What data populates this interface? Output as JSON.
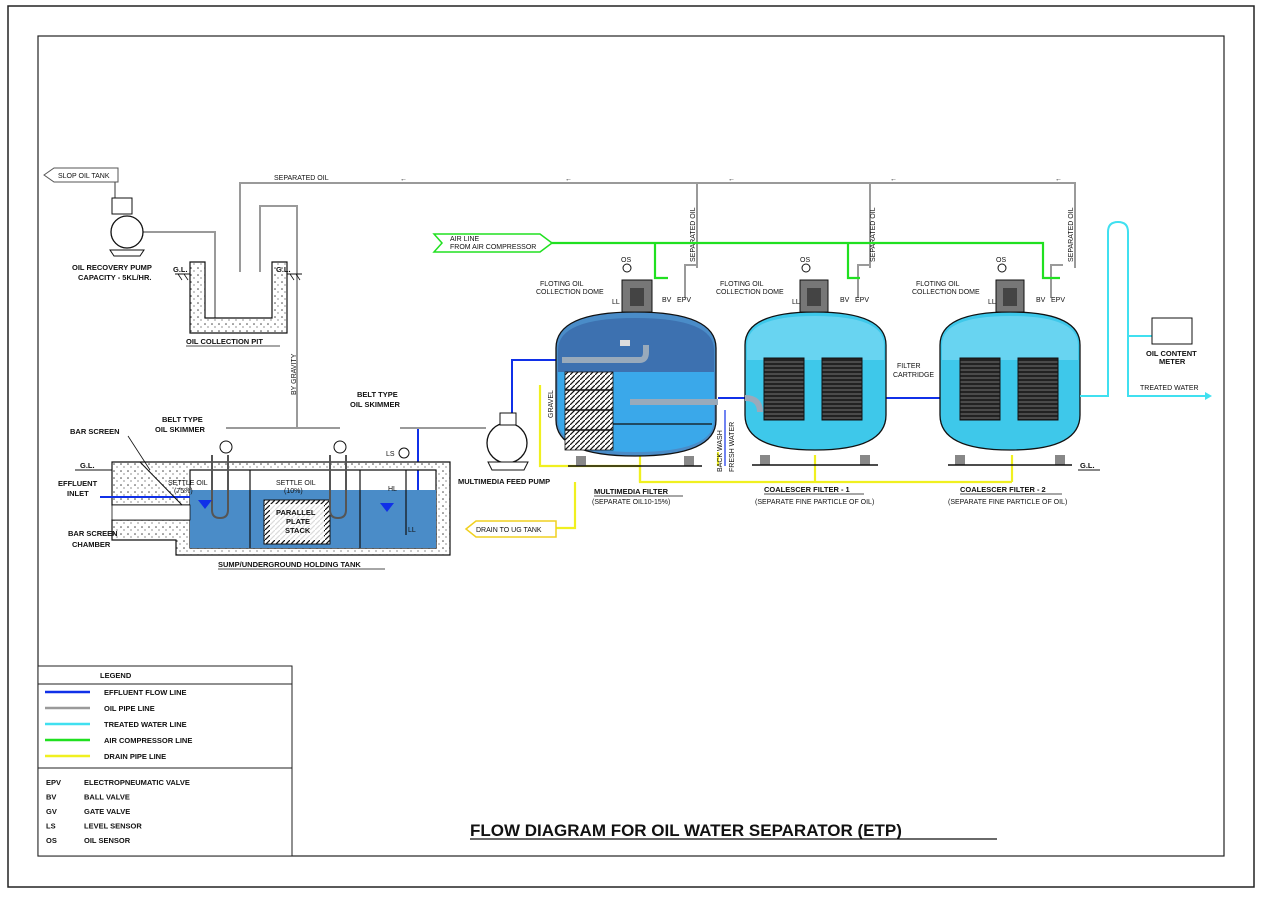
{
  "title": "FLOW DIAGRAM FOR OIL WATER SEPARATOR (ETP)",
  "labels": {
    "slop_oil_tank": "SLOP OIL TANK",
    "separated_oil_top": "SEPARATED OIL",
    "separated_oil_v": "SEPARATED OIL",
    "oil_recovery_pump_1": "OIL RECOVERY PUMP",
    "oil_recovery_pump_2": "CAPACITY - 5KL/HR.",
    "gl": "G.L.",
    "oil_collection_pit": "OIL COLLECTION PIT",
    "by_gravity": "BY GRAVITY",
    "air_line_1": "AIR LINE",
    "air_line_2": "FROM AIR COMPRESSOR",
    "os": "OS",
    "floting_oil_1": "FLOTING OIL",
    "floting_oil_2": "COLLECTION DOME",
    "ll": "LL",
    "bv": "BV",
    "epv": "EPV",
    "oil_content_meter_1": "OIL CONTENT",
    "oil_content_meter_2": "METER",
    "treated_water": "TREATED WATER",
    "filter_cartridge_1": "FILTER",
    "filter_cartridge_2": "CARTRIDGE",
    "gravel": "GRAVEL",
    "back_wash": "BACK WASH",
    "fresh_water": "FRESH WATER",
    "multimedia_feed_pump": "MULTIMEDIA FEED PUMP",
    "multimedia_filter": "MULTIMEDIA FILTER",
    "multimedia_filter_sub": "(SEPARATE OIL10-15%)",
    "coalescer_1": "COALESCER FILTER - 1",
    "coalescer_2": "COALESCER FILTER - 2",
    "coalescer_sub": "(SEPARATE FINE PARTICLE OF OIL)",
    "drain_to_ug": "DRAIN TO UG TANK",
    "bar_screen": "BAR SCREEN",
    "belt_skimmer_1": "BELT TYPE",
    "belt_skimmer_2": "OIL SKIMMER",
    "effluent_1": "EFFLUENT",
    "effluent_2": "INLET",
    "bar_screen_chamber_1": "BAR SCREEN",
    "bar_screen_chamber_2": "CHAMBER",
    "settle_oil_75": "SETTLE OIL",
    "settle_oil_75b": "(75%)",
    "settle_oil_10": "SETTLE OIL",
    "settle_oil_10b": "(10%)",
    "parallel_plate_1": "PARALLEL",
    "parallel_plate_2": "PLATE",
    "parallel_plate_3": "STACK",
    "ls": "LS",
    "hl": "HL",
    "sump_tank": "SUMP/UNDERGROUND HOLDING TANK"
  },
  "legend": {
    "heading": "LEGEND",
    "lines": [
      {
        "label": "EFFLUENT FLOW LINE",
        "color": "#1030e8"
      },
      {
        "label": "OIL PIPE LINE",
        "color": "#9a9a9a"
      },
      {
        "label": "TREATED WATER LINE",
        "color": "#40e0f0"
      },
      {
        "label": "AIR COMPRESSOR LINE",
        "color": "#20e020"
      },
      {
        "label": "DRAIN PIPE LINE",
        "color": "#f0f020"
      }
    ],
    "abbreviations": [
      {
        "code": "EPV",
        "meaning": "ELECTROPNEUMATIC VALVE"
      },
      {
        "code": "BV",
        "meaning": "BALL VALVE"
      },
      {
        "code": "GV",
        "meaning": "GATE VALVE"
      },
      {
        "code": "LS",
        "meaning": "LEVEL SENSOR"
      },
      {
        "code": "OS",
        "meaning": "OIL SENSOR"
      }
    ]
  },
  "colors": {
    "effluent": "#1030e8",
    "oil": "#9a9a9a",
    "treated": "#40e0f0",
    "air": "#20e020",
    "drain": "#f0f020",
    "water_fill": "#4a8cc8",
    "tank_fill": "#3ec8ea"
  }
}
